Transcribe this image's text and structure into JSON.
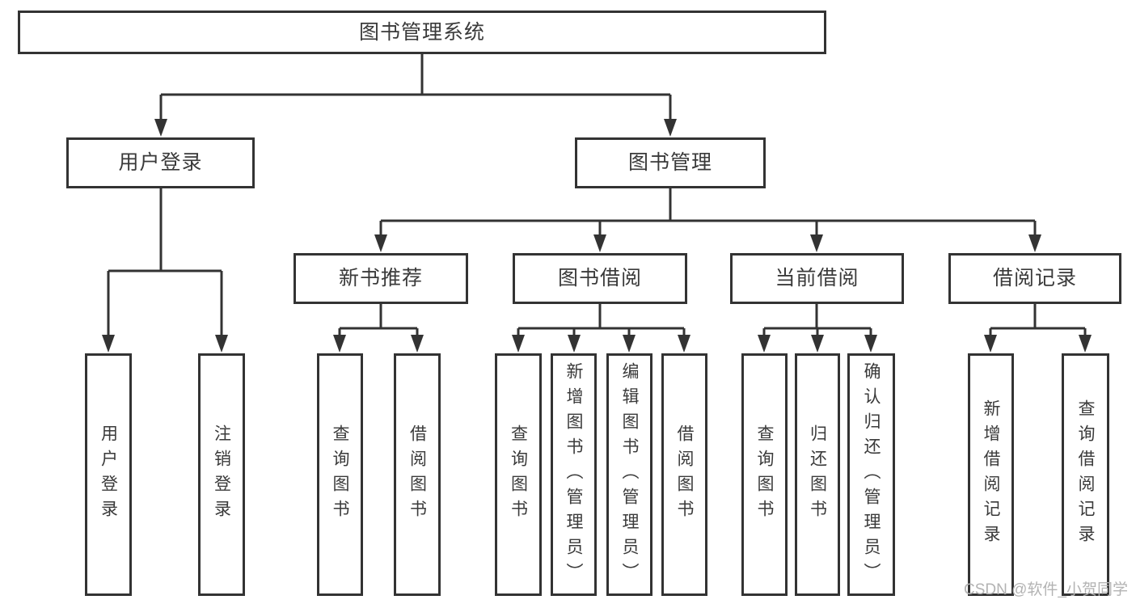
{
  "diagram_title": "图书管理系统",
  "watermark": "CSDN @软件_小贺同学",
  "colors": {
    "line": "#333333",
    "text": "#3a3a3a",
    "watermark": "#b3b3b3",
    "background": "#ffffff"
  },
  "tree": {
    "root": {
      "label": "图书管理系统",
      "children": [
        {
          "label": "用户登录",
          "children": [
            {
              "label": "用户登录"
            },
            {
              "label": "注销登录"
            }
          ]
        },
        {
          "label": "图书管理",
          "children": [
            {
              "label": "新书推荐",
              "children": [
                {
                  "label": "查询图书"
                },
                {
                  "label": "借阅图书"
                }
              ]
            },
            {
              "label": "图书借阅",
              "children": [
                {
                  "label": "查询图书"
                },
                {
                  "label": "新增图书（管理员）"
                },
                {
                  "label": "编辑图书（管理员）"
                },
                {
                  "label": "借阅图书"
                }
              ]
            },
            {
              "label": "当前借阅",
              "children": [
                {
                  "label": "查询图书"
                },
                {
                  "label": "归还图书"
                },
                {
                  "label": "确认归还（管理员）"
                }
              ]
            },
            {
              "label": "借阅记录",
              "children": [
                {
                  "label": "新增借阅记录"
                },
                {
                  "label": "查询借阅记录"
                }
              ]
            }
          ]
        }
      ]
    }
  }
}
